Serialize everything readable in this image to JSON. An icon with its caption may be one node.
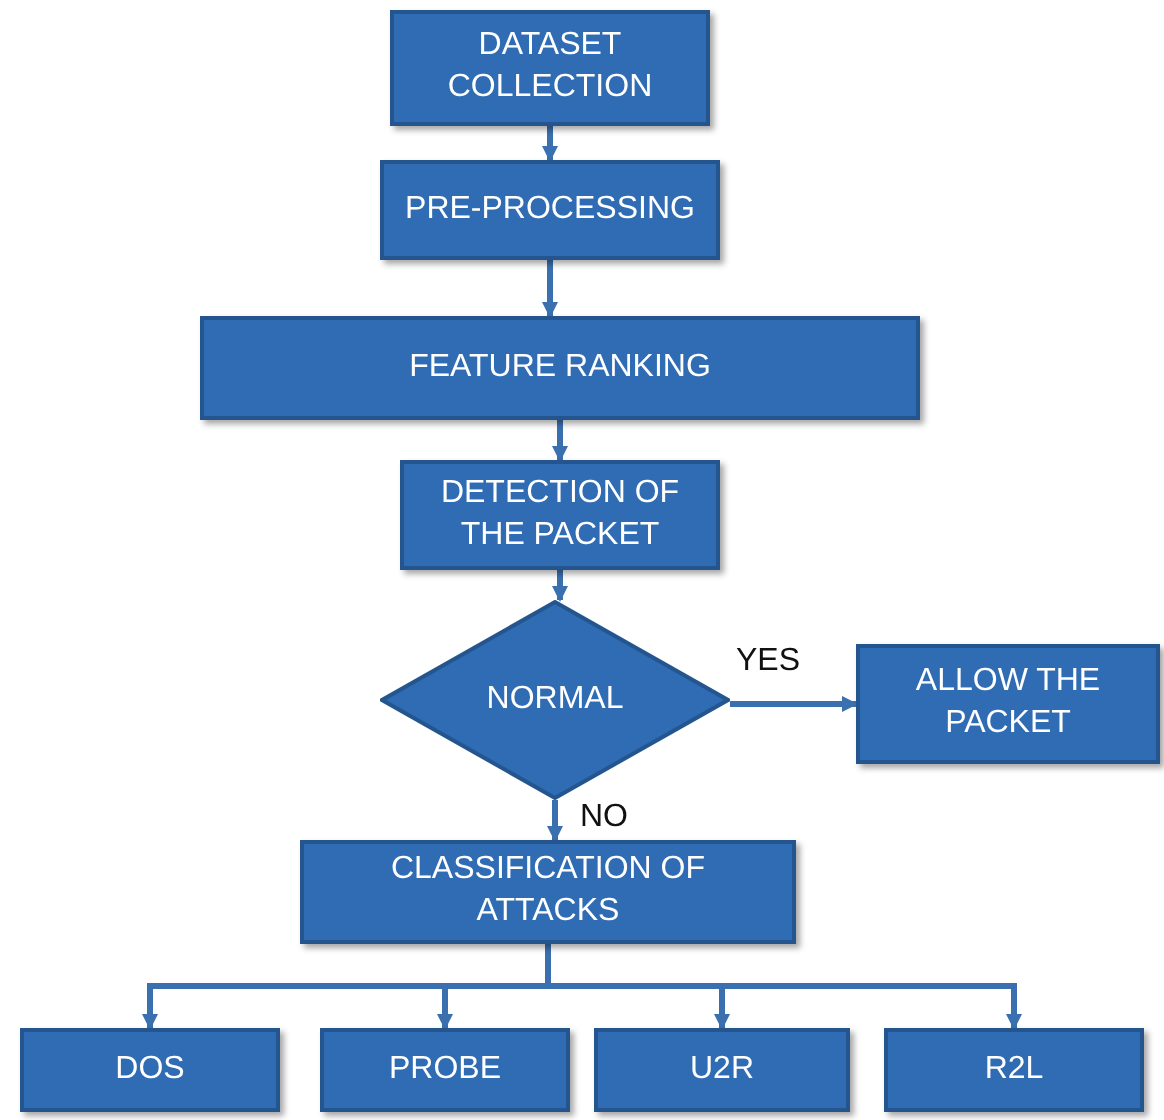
{
  "diagram": {
    "nodes": [
      {
        "text": [
          "DATASET COLLECTION"
        ]
      },
      {
        "text": [
          "PRE-PROCESSING"
        ]
      },
      {
        "text": [
          "FEATURE RANKING"
        ]
      },
      {
        "text": [
          "DETECTION OF THE PACKET"
        ]
      },
      {
        "text": [
          "NORMAL"
        ]
      },
      {
        "text": [
          "ALLOW THE PACKET"
        ]
      },
      {
        "text": [
          "CLASSIFICATION OF ATTACKS"
        ]
      },
      {
        "text": [
          "DOS"
        ]
      },
      {
        "text": [
          "PROBE"
        ]
      },
      {
        "text": [
          "U2R"
        ]
      },
      {
        "text": [
          "R2L"
        ]
      }
    ],
    "edges": [
      {
        "from": 0,
        "to": 1,
        "arrow": "to"
      },
      {
        "from": 1,
        "to": 2,
        "arrow": "to"
      },
      {
        "from": 2,
        "to": 3,
        "arrow": "to"
      },
      {
        "from": 3,
        "to": 4,
        "arrow": "to"
      },
      {
        "from": 4,
        "to": 5,
        "arrow": "to",
        "label": "YES"
      },
      {
        "from": 4,
        "to": 6,
        "arrow": "to",
        "label": "NO"
      },
      {
        "from": 6,
        "to": 7,
        "arrow": "to"
      },
      {
        "from": 6,
        "to": 8,
        "arrow": "to"
      },
      {
        "from": 6,
        "to": 9,
        "arrow": "to"
      },
      {
        "from": 6,
        "to": 10,
        "arrow": "to"
      }
    ]
  }
}
